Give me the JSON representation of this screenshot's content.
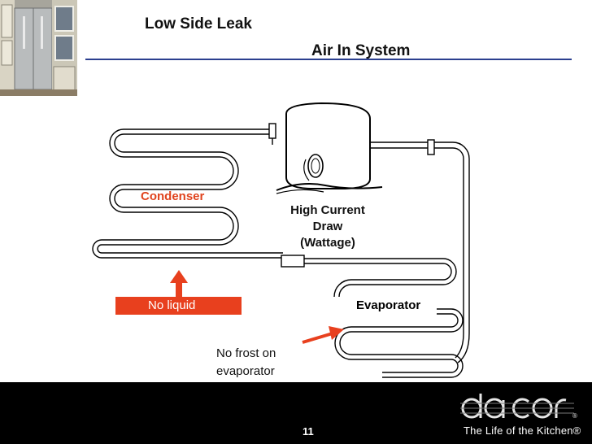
{
  "slide": {
    "title": "Low Side Leak",
    "subtitle": "Air In System",
    "page_number": "11"
  },
  "labels": {
    "condenser": "Condenser",
    "compressor_note": [
      "High Current",
      "Draw",
      "(Wattage)"
    ],
    "no_liquid": "No liquid",
    "evaporator": "Evaporator",
    "no_frost": [
      "No frost on",
      "evaporator"
    ]
  },
  "brand": {
    "logo_text": "dacor",
    "tagline": "The Life of the Kitchen®"
  },
  "colors": {
    "accent_red": "#e8401e",
    "rule_blue": "#2b3f8f",
    "footer": "#000000"
  }
}
